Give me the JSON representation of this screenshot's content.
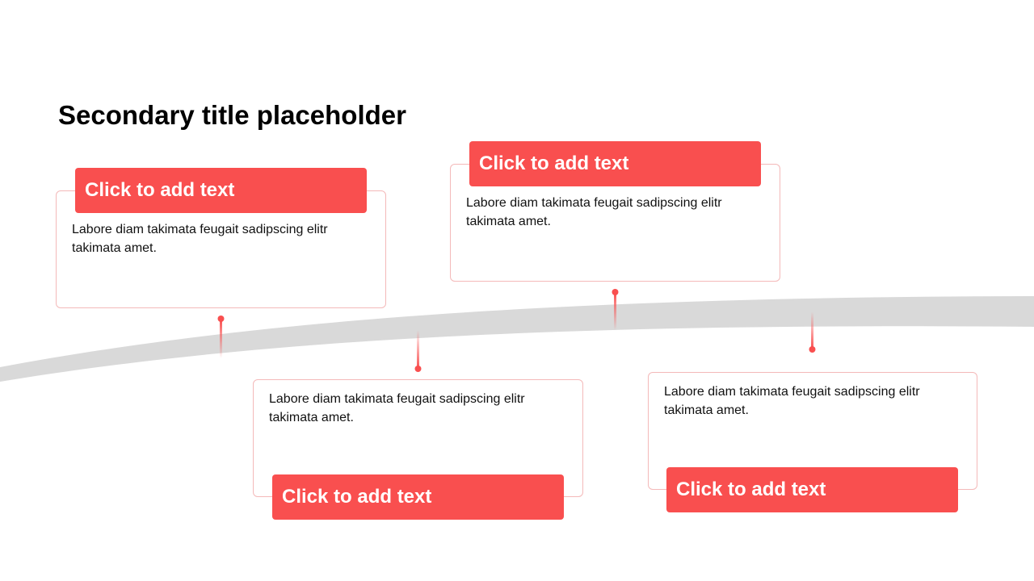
{
  "title": "Secondary title placeholder",
  "accent_color": "#f94f4f",
  "timeline_color": "#d9d9d9",
  "steps": [
    {
      "label": "Click to add text",
      "text": "Labore diam takimata feugait sadipscing elitr takimata amet."
    },
    {
      "label": "Click to add text",
      "text": "Labore diam takimata feugait sadipscing elitr takimata amet."
    },
    {
      "label": "Click to add text",
      "text": "Labore diam takimata feugait sadipscing elitr takimata amet."
    },
    {
      "label": "Click to add text",
      "text": "Labore diam takimata feugait sadipscing elitr takimata amet."
    }
  ]
}
